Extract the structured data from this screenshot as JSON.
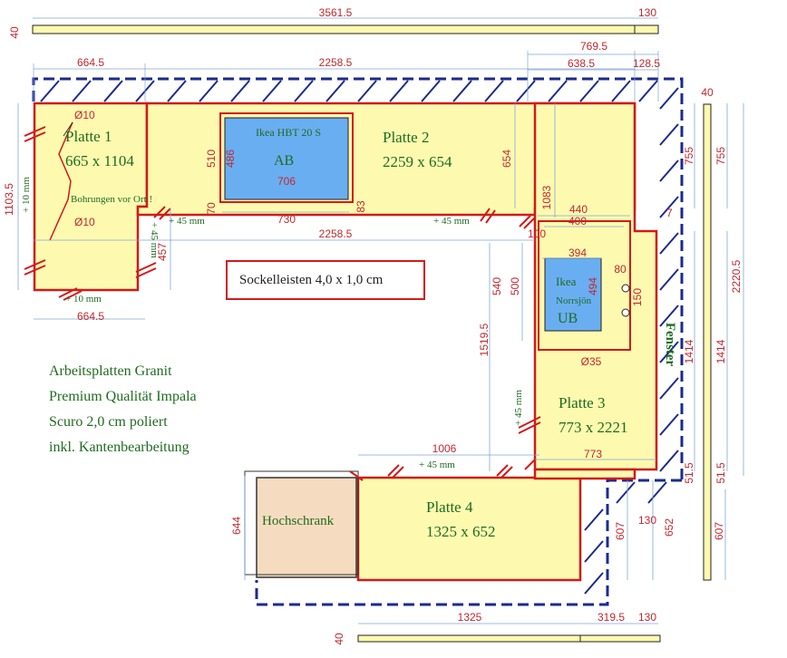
{
  "plates": {
    "p1": {
      "name": "Platte 1",
      "size": "665 x 1104"
    },
    "p2": {
      "name": "Platte 2",
      "size": "2259 x 654"
    },
    "p3": {
      "name": "Platte 3",
      "size": "773 x 2221"
    },
    "p4": {
      "name": "Platte 4",
      "size": "1325 x 652"
    }
  },
  "labels": {
    "hob_name": "Ikea HBT 20 S",
    "hob_code": "AB",
    "sink_name1": "Ikea",
    "sink_name2": "Norrsjön",
    "sink_code": "UB",
    "drill_note": "Bohrungen vor Ort !",
    "hochschrank": "Hochschrank",
    "fenster": "Fenster",
    "sockel": "Sockelleisten 4,0 x 1,0 cm",
    "mm45_a": "+ 45 mm",
    "mm45_b": "+ 45 mm",
    "mm45_c": "+ 45 mm",
    "mm45_d": "+ 45 mm",
    "mm45_e": "+ 45 mm",
    "mm10_a": "+ 10 mm",
    "mm10_b": "+ 10 mm"
  },
  "description": [
    "Arbeitsplatten Granit",
    "Premium Qualität Impala",
    "Scuro 2,0 cm poliert",
    "inkl. Kantenbearbeitung"
  ],
  "dims": {
    "top_total": "3561.5",
    "top_130": "130",
    "top_40": "40",
    "d664_top": "664.5",
    "d2258_top": "2258.5",
    "d769": "769.5",
    "d638": "638.5",
    "d128": "128.5",
    "d1103": "1103.5",
    "d10a": "Ø10",
    "d10b": "Ø10",
    "d510": "510",
    "d486": "486",
    "d706": "706",
    "d730": "730",
    "d70": "70",
    "d83": "83",
    "d654": "654",
    "d2258_mid": "2258.5",
    "d457": "457",
    "d664_bot": "664.5",
    "d1083": "1083",
    "d440": "440",
    "d400": "400",
    "d100": "100",
    "d394": "394",
    "d540": "540",
    "d500": "500",
    "d494": "494",
    "d80": "80",
    "d150": "150",
    "d35": "Ø35",
    "d7": "7",
    "d755a": "755",
    "d755b": "755",
    "d40r": "40",
    "d1414a": "1414",
    "d1414b": "1414",
    "d2220": "2220.5",
    "d1519": "1519.5",
    "d515a": "51.5",
    "d515b": "51.5",
    "d773": "773",
    "d1006": "1006",
    "d644": "644",
    "d607a": "607",
    "d607b": "607",
    "d130m": "130",
    "d652": "652",
    "d1325": "1325",
    "d319": "319.5",
    "d130b": "130",
    "d40b": "40"
  }
}
